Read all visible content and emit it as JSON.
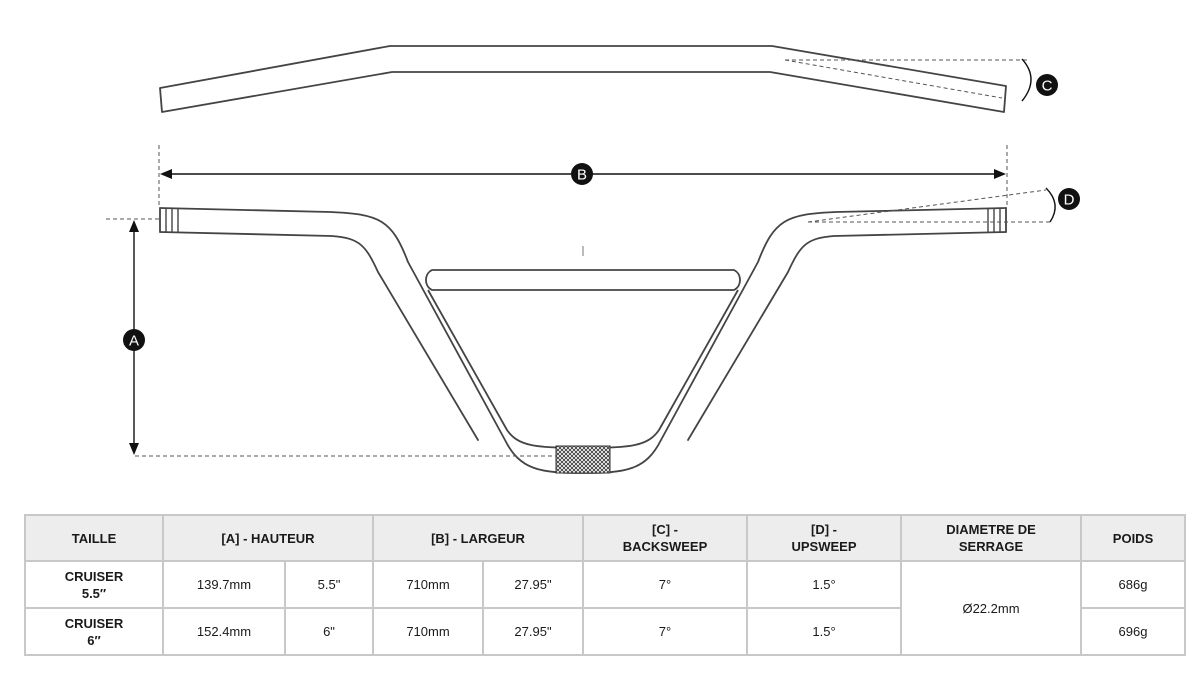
{
  "callouts": {
    "a": "A",
    "b": "B",
    "c": "C",
    "d": "D"
  },
  "table": {
    "headers": {
      "size": "TAILLE",
      "height": "[A] - HAUTEUR",
      "width": "[B] - LARGEUR",
      "backsweep_1": "[C] -",
      "backsweep_2": "BACKSWEEP",
      "upsweep_1": "[D] -",
      "upsweep_2": "UPSWEEP",
      "clamp_1": "DIAMETRE DE",
      "clamp_2": "SERRAGE",
      "weight": "POIDS"
    },
    "rows": [
      {
        "size_1": "CRUISER",
        "size_2": "5.5″",
        "height_mm": "139.7mm",
        "height_in": "5.5\"",
        "width_mm": "710mm",
        "width_in": "27.95\"",
        "backsweep": "7°",
        "upsweep": "1.5°",
        "weight": "686g"
      },
      {
        "size_1": "CRUISER",
        "size_2": "6″",
        "height_mm": "152.4mm",
        "height_in": "6\"",
        "width_mm": "710mm",
        "width_in": "27.95\"",
        "backsweep": "7°",
        "upsweep": "1.5°",
        "weight": "696g"
      }
    ],
    "clamp_value": "Ø22.2mm"
  },
  "colors": {
    "line": "#444444",
    "dim": "#111111",
    "border": "#c8c8c8",
    "header_bg": "#ededed"
  }
}
